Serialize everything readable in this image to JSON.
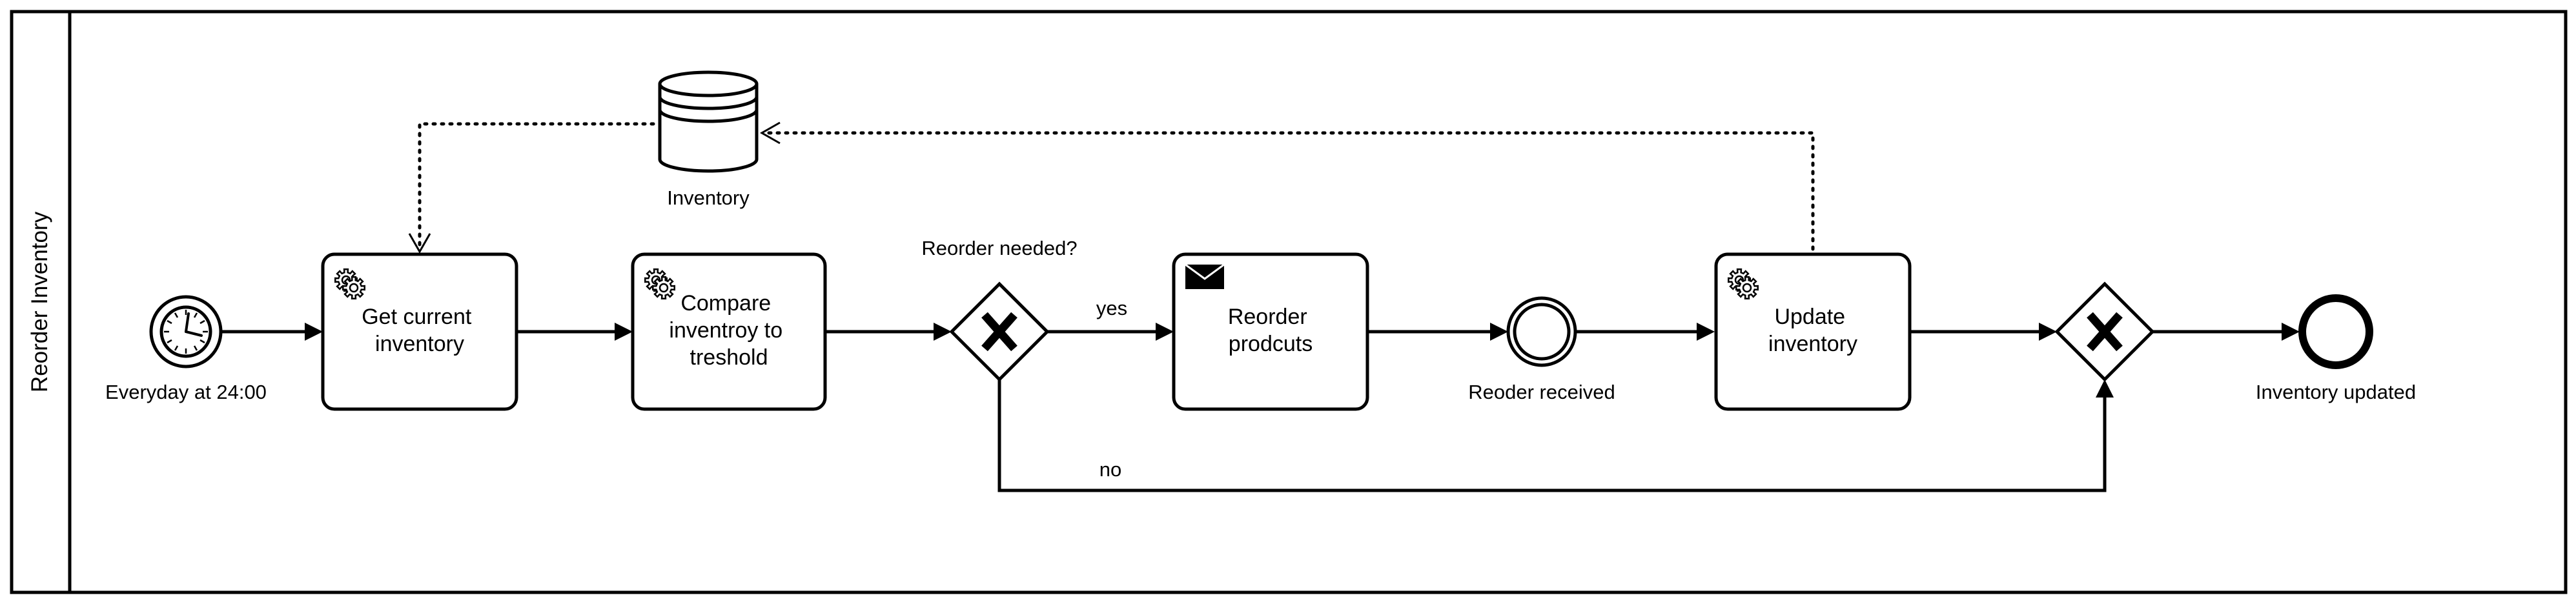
{
  "pool": {
    "lane_label": "Reorder Inventory"
  },
  "data_store": {
    "label": "Inventory"
  },
  "start_event": {
    "type": "timer",
    "label": "Everyday at 24:00"
  },
  "tasks": [
    {
      "id": "get-current-inventory",
      "type": "service",
      "icon": "gear-icon",
      "lines": [
        "Get current",
        "inventory"
      ]
    },
    {
      "id": "compare-inventory",
      "type": "service",
      "icon": "gear-icon",
      "lines": [
        "Compare",
        "inventroy to",
        "treshold"
      ]
    },
    {
      "id": "reorder-products",
      "type": "send",
      "icon": "envelope-icon",
      "lines": [
        "Reorder",
        "prodcuts"
      ]
    },
    {
      "id": "update-inventory",
      "type": "service",
      "icon": "gear-icon",
      "lines": [
        "Update",
        "inventory"
      ]
    }
  ],
  "gateways": {
    "split": {
      "type": "exclusive",
      "label": "Reorder needed?"
    },
    "merge": {
      "type": "exclusive",
      "label": ""
    }
  },
  "intermediate_event": {
    "type": "catch",
    "label": "Reoder received"
  },
  "end_event": {
    "label": "Inventory updated"
  },
  "flows": {
    "yes_label": "yes",
    "no_label": "no"
  },
  "colors": {
    "stroke": "#000000",
    "fill": "#ffffff"
  }
}
